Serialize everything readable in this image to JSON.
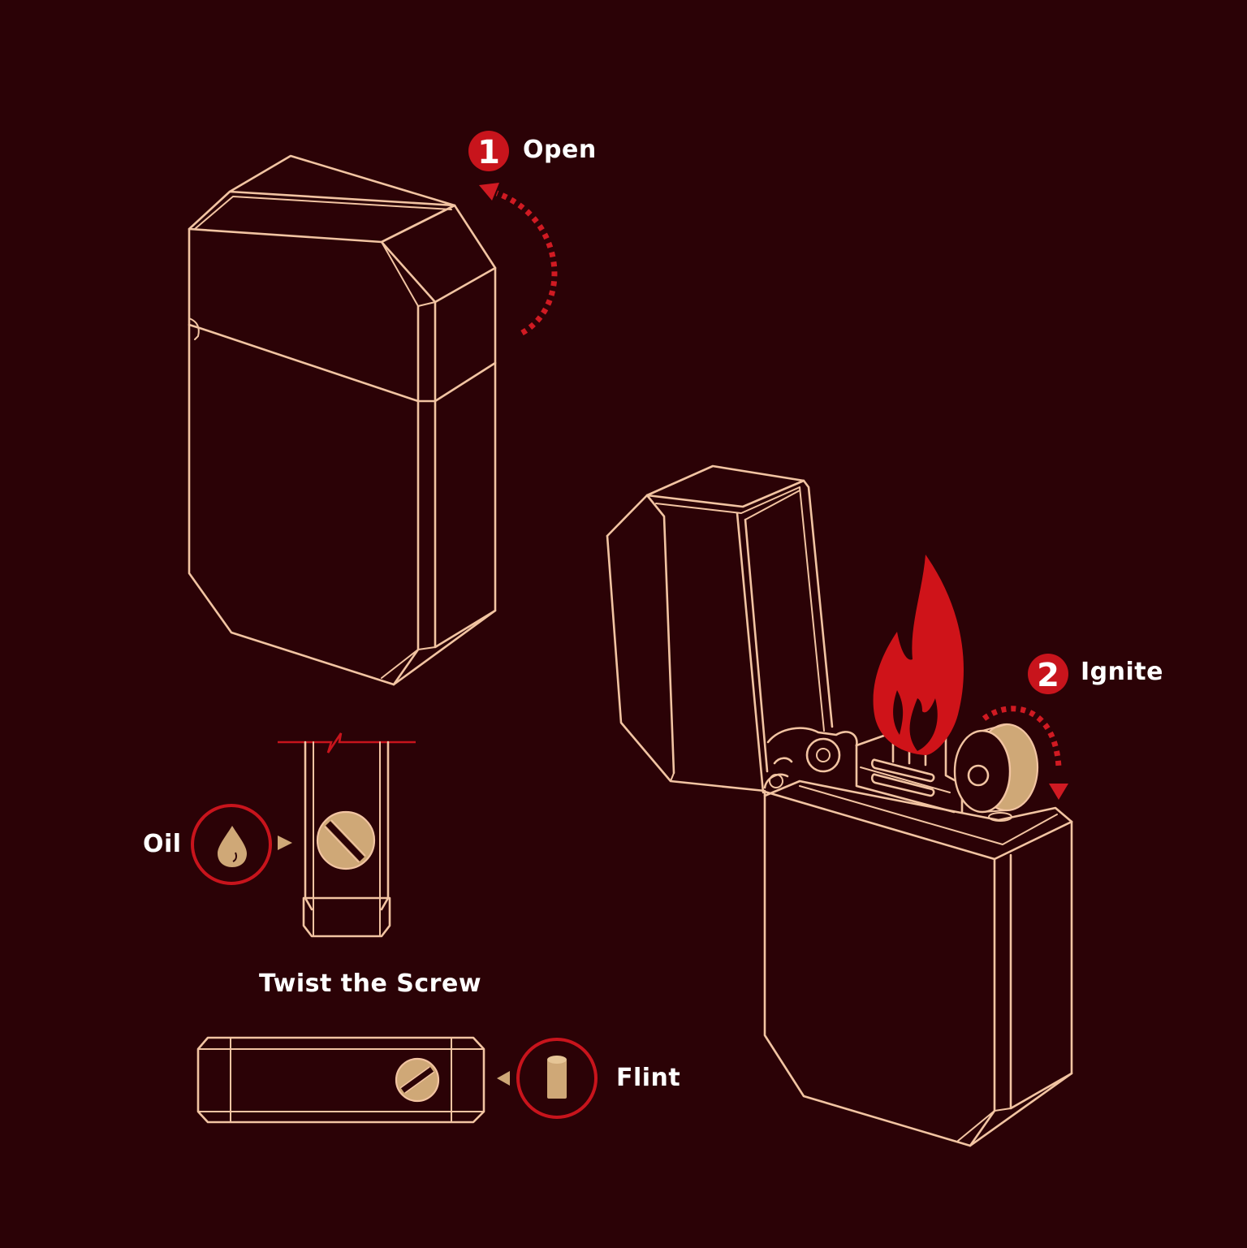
{
  "steps": [
    {
      "number": "1",
      "label": "Open"
    },
    {
      "number": "2",
      "label": "Ignite"
    }
  ],
  "callouts": {
    "oil": "Oil",
    "flint": "Flint",
    "twist": "Twist the Screw"
  },
  "colors": {
    "background": "#2b0206",
    "outline": "#f2c4a2",
    "accent_red": "#c8141c",
    "gold": "#cfa877",
    "text": "#ffffff"
  },
  "icons": [
    "oil-drop-icon",
    "flint-icon",
    "screw-icon",
    "flame-icon"
  ]
}
